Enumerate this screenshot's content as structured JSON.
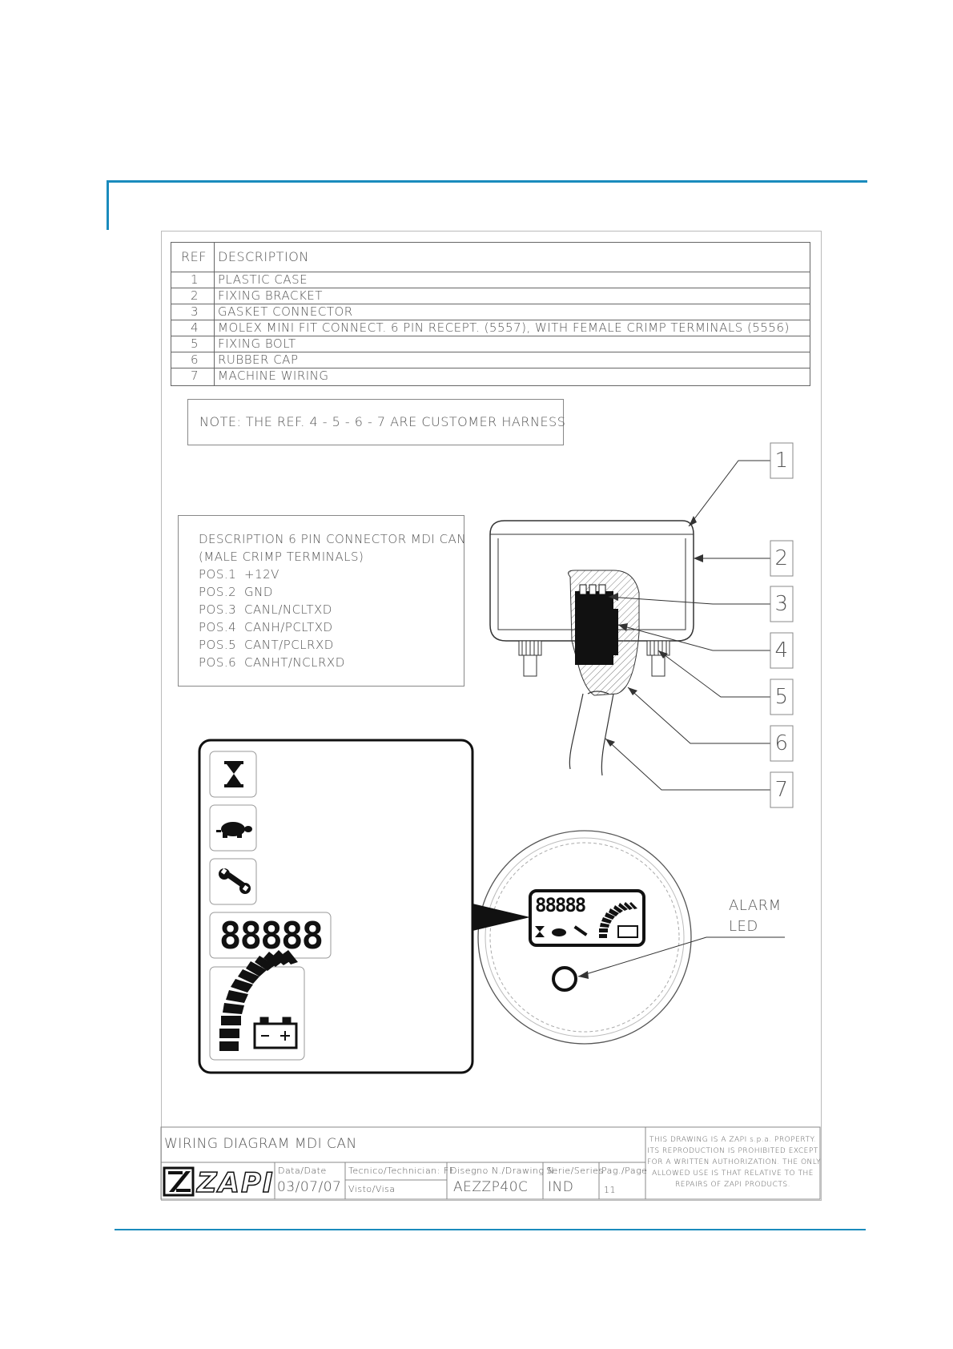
{
  "colors": {
    "accent": "#1a8bbd",
    "line": "#333333",
    "faint": "#888888"
  },
  "parts_table": {
    "headers": {
      "ref": "REF",
      "description": "DESCRIPTION"
    },
    "rows": [
      {
        "ref": "1",
        "description": "PLASTIC CASE"
      },
      {
        "ref": "2",
        "description": "FIXING BRACKET"
      },
      {
        "ref": "3",
        "description": "GASKET CONNECTOR"
      },
      {
        "ref": "4",
        "description": "MOLEX MINI FIT CONNECT. 6 PIN RECEPT. (5557), WITH FEMALE CRIMP TERMINALS (5556)"
      },
      {
        "ref": "5",
        "description": "FIXING BOLT"
      },
      {
        "ref": "6",
        "description": "RUBBER CAP"
      },
      {
        "ref": "7",
        "description": "MACHINE WIRING"
      }
    ]
  },
  "note": "NOTE: THE REF. 4 - 5 - 6 - 7 ARE CUSTOMER HARNESS",
  "connector_box": {
    "title": "DESCRIPTION 6 PIN CONNECTOR MDI CAN",
    "subtitle": "(MALE CRIMP TERMINALS)",
    "pins": [
      {
        "pos": "POS.1",
        "signal": "+12V"
      },
      {
        "pos": "POS.2",
        "signal": "GND"
      },
      {
        "pos": "POS.3",
        "signal": "CANL/NCLTXD"
      },
      {
        "pos": "POS.4",
        "signal": "CANH/PCLTXD"
      },
      {
        "pos": "POS.5",
        "signal": "CANT/PCLRXD"
      },
      {
        "pos": "POS.6",
        "signal": "CANHT/NCLRXD"
      }
    ]
  },
  "callouts": [
    "1",
    "2",
    "3",
    "4",
    "5",
    "6",
    "7"
  ],
  "display": {
    "digits": "88888",
    "icons": [
      "hourglass-icon",
      "turtle-icon",
      "wrench-icon",
      "battery-icon"
    ]
  },
  "alarm_label": {
    "line1": "ALARM",
    "line2": "LED"
  },
  "title_block": {
    "title": "WIRING DIAGRAM MDI CAN",
    "logo": "ZAPI",
    "date_label": "Data/Date",
    "date_value": "03/07/07",
    "technician_label": "Tecnico/Technician: FF",
    "visto_label": "Visto/Visa",
    "drawing_label": "Disegno N./Drawing N.",
    "drawing_value": "AEZZP40C",
    "series_label": "Serie/Series",
    "series_value": "IND",
    "page_label": "Pag./Page",
    "page_value": "11",
    "property_note": [
      "THIS DRAWING IS A ZAPI s.p.a. PROPERTY.",
      "ITS REPRODUCTION IS PROHIBITED EXCEPT",
      "FOR A WRITTEN AUTHORIZATION. THE ONLY",
      "ALLOWED USE IS THAT RELATIVE TO THE",
      "REPAIRS OF ZAPI PRODUCTS."
    ]
  }
}
